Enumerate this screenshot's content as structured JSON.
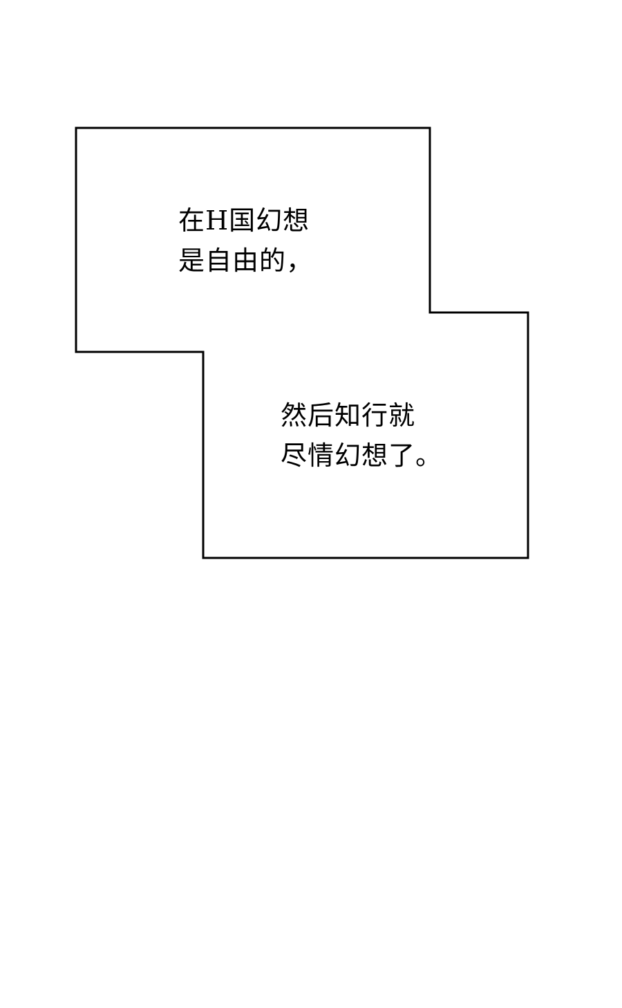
{
  "colors": {
    "background": "#ffffff",
    "border": "#000000",
    "text": "#000000"
  },
  "captions": [
    {
      "lines": [
        "在H国幻想",
        "是自由的，"
      ]
    },
    {
      "lines": [
        "然后知行就",
        "尽情幻想了。"
      ]
    }
  ]
}
